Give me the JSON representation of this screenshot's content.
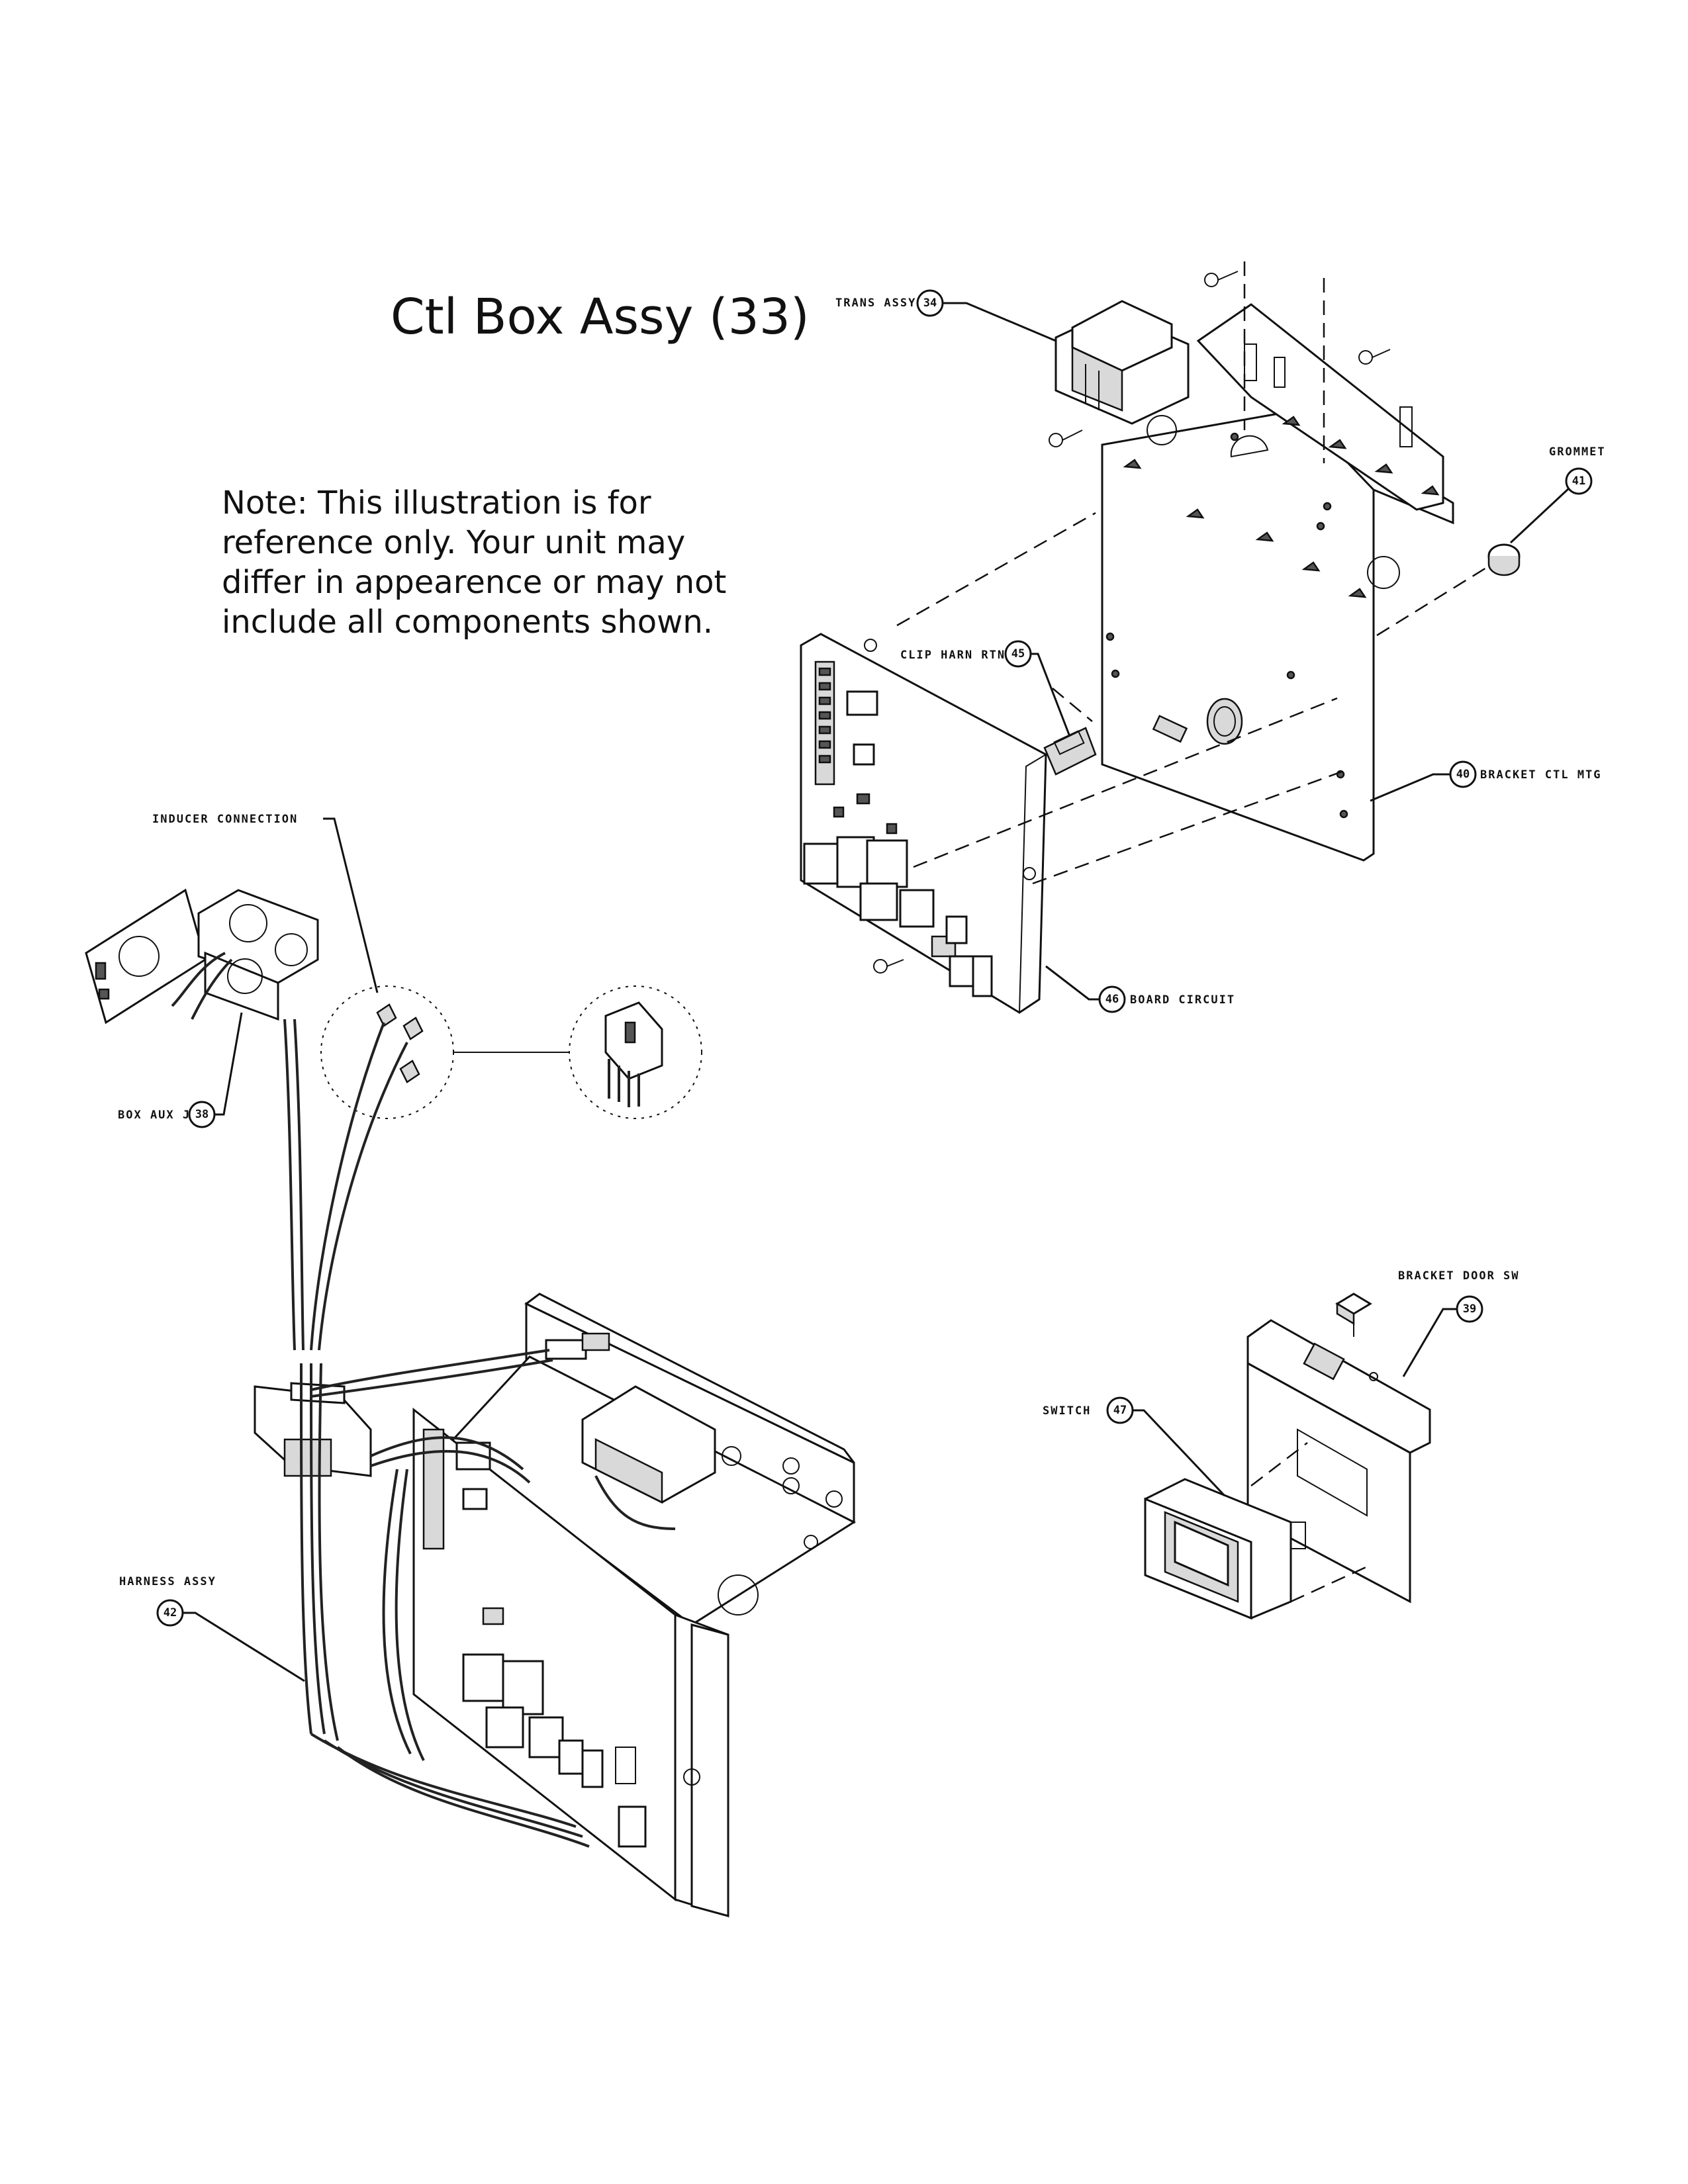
{
  "title": "Ctl Box Assy (33)",
  "note_lines": [
    "Note: This illustration is for",
    "reference only. Your unit may",
    "differ in appearence or may not",
    "include all components shown."
  ],
  "callouts": [
    {
      "id": "trans",
      "label": "TRANS ASSY",
      "num": "34"
    },
    {
      "id": "grommet",
      "label": "GROMMET",
      "num": "41"
    },
    {
      "id": "clip",
      "label": "CLIP HARN RTNR",
      "num": "45"
    },
    {
      "id": "bracket-ctl",
      "label": "BRACKET CTL MTG",
      "num": "40"
    },
    {
      "id": "board",
      "label": "BOARD CIRCUIT",
      "num": "46"
    },
    {
      "id": "inducer",
      "label": "INDUCER CONNECTION",
      "num": ""
    },
    {
      "id": "boxaux",
      "label": "BOX AUX J",
      "num": "38"
    },
    {
      "id": "door",
      "label": "BRACKET DOOR SW",
      "num": "39"
    },
    {
      "id": "switch",
      "label": "SWITCH",
      "num": "47"
    },
    {
      "id": "harness",
      "label": "HARNESS ASSY",
      "num": "42"
    }
  ]
}
